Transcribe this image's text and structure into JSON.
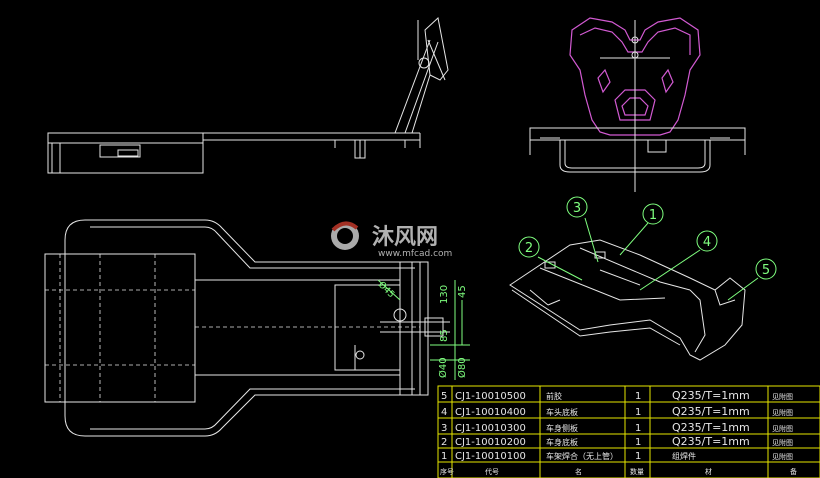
{
  "watermark": {
    "brand": "沐风网",
    "url": "www.mfcad.com"
  },
  "dimensions": {
    "d130": "130",
    "d45": "45",
    "d85": "85",
    "d40": "Ø40",
    "d80": "Ø80",
    "d45a": "Ø45"
  },
  "callouts": [
    "1",
    "2",
    "3",
    "4",
    "5"
  ],
  "bom": {
    "rows": [
      {
        "no": "5",
        "code": "CJ1-10010500",
        "name": "前胶",
        "qty": "1",
        "material": "Q235/T=1mm",
        "note": "见附图"
      },
      {
        "no": "4",
        "code": "CJ1-10010400",
        "name": "车头底板",
        "qty": "1",
        "material": "Q235/T=1mm",
        "note": "见附图"
      },
      {
        "no": "3",
        "code": "CJ1-10010300",
        "name": "车身侧板",
        "qty": "1",
        "material": "Q235/T=1mm",
        "note": "见附图"
      },
      {
        "no": "2",
        "code": "CJ1-10010200",
        "name": "车身底板",
        "qty": "1",
        "material": "Q235/T=1mm",
        "note": "见附图"
      },
      {
        "no": "1",
        "code": "CJ1-10010100",
        "name": "车架焊合（无上管）",
        "qty": "1",
        "material": "组焊件",
        "note": "见附图"
      }
    ],
    "header": {
      "no": "序号",
      "code": "代号",
      "name": "名",
      "qty": "数量",
      "material": "材",
      "note": "备"
    }
  }
}
